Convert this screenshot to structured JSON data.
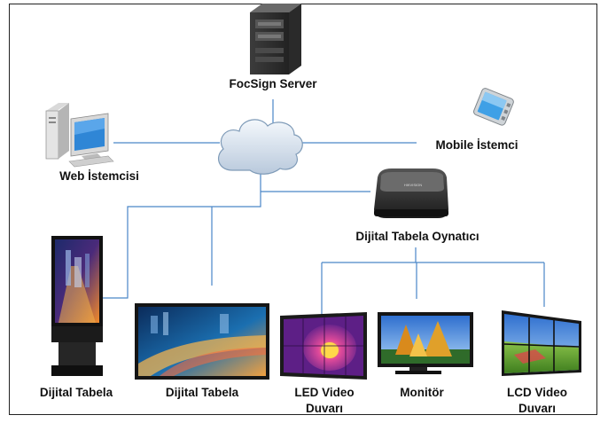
{
  "diagram": {
    "server_label": "FocSign Server",
    "web_client_label": "Web İstemcisi",
    "mobile_client_label": "Mobile İstemci",
    "player_label": "Dijital Tabela Oynatıcı",
    "kiosk_label": "Dijital Tabela",
    "wall_display_label": "Dijital Tabela",
    "led_wall_label_line1": "LED Video",
    "led_wall_label_line2": "Duvarı",
    "monitor_label": "Monitör",
    "lcd_wall_label_line1": "LCD Video",
    "lcd_wall_label_line2": "Duvarı",
    "player_brand_text": "HIKVISION",
    "link_color": "#4a86c8"
  }
}
